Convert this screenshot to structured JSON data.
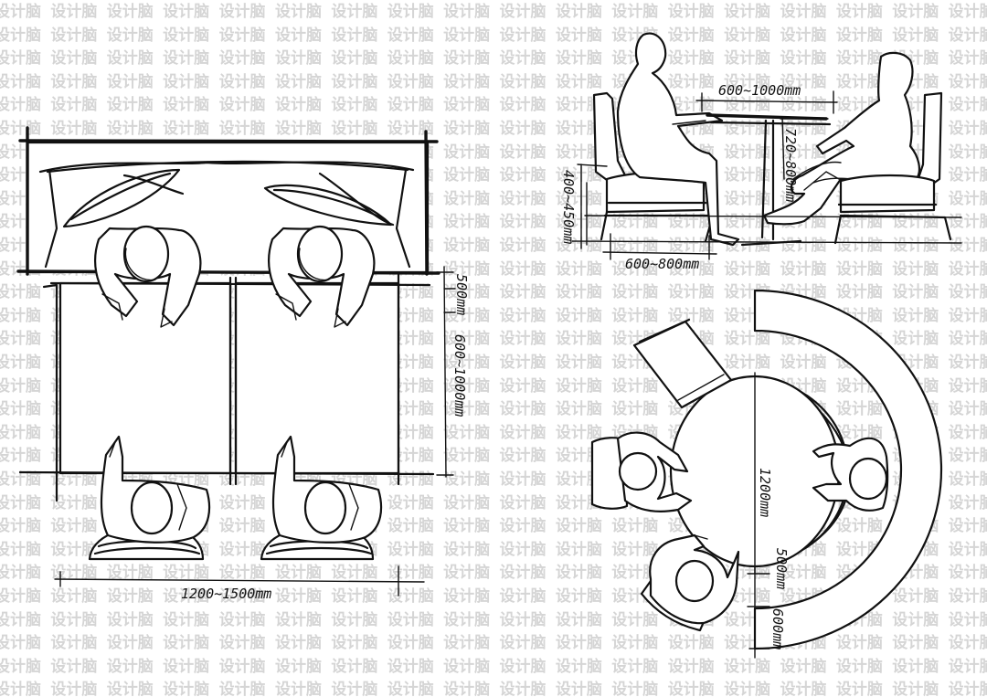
{
  "watermark": {
    "text": "设计脑"
  },
  "booth_plan": {
    "dim_row_spacing": "600~1000mm",
    "dim_length": "1200~1500mm",
    "dim_small": "500mm"
  },
  "booth_section": {
    "dim_table_span": "600~1000mm",
    "dim_table_height": "720~800mm",
    "dim_seat_height": "400~450mm",
    "dim_seat_depth": "600~800mm"
  },
  "round_booth": {
    "dim_diameter": "1200mm",
    "dim_gap": "500mm",
    "dim_bench": "600mm"
  }
}
